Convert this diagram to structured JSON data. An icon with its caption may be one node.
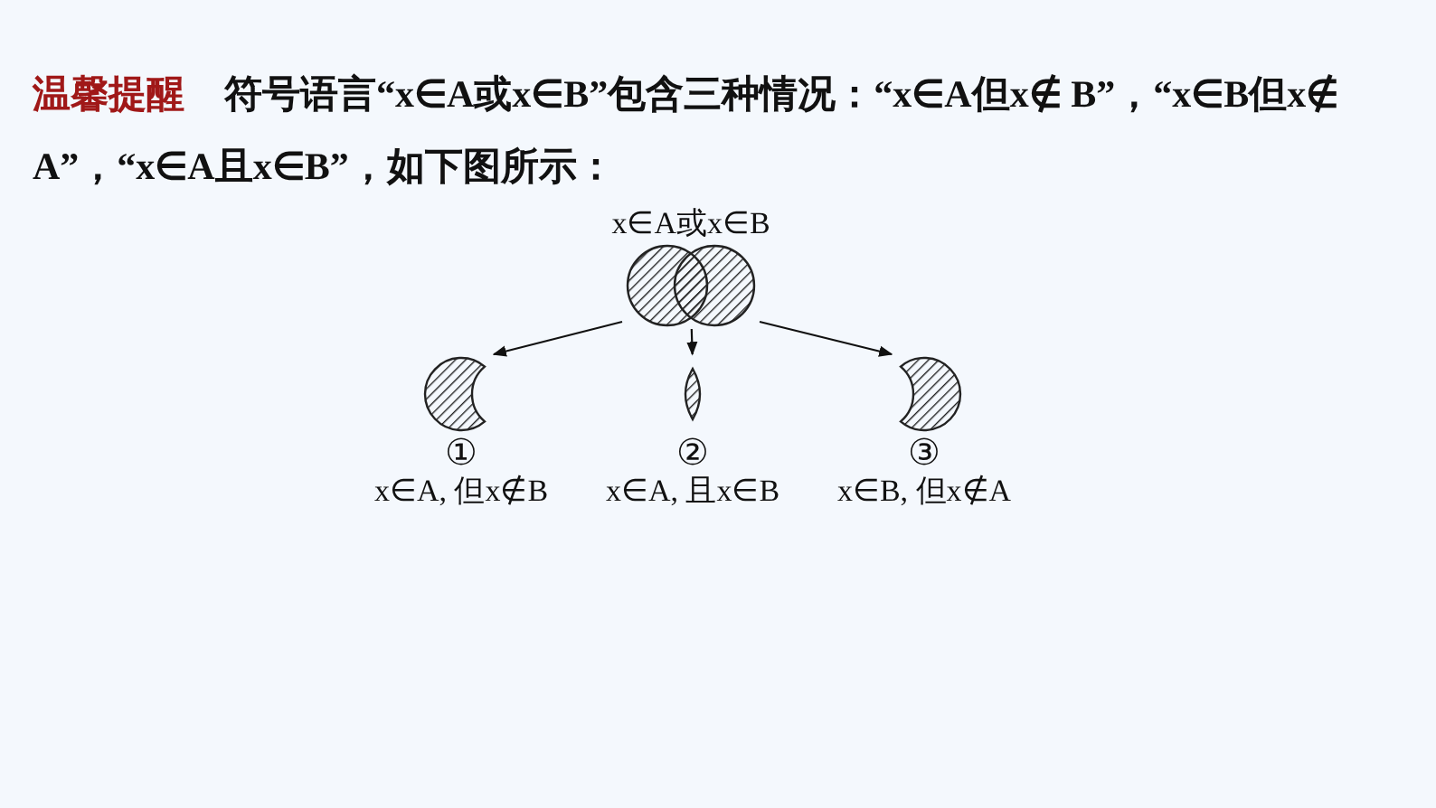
{
  "diagram": {
    "nodes": [
      {
        "text": [
          "x∈A或x∈B"
        ]
      },
      {
        "text": [
          "①",
          "x∈A, 但x∉B"
        ]
      },
      {
        "text": [
          "②",
          "x∈A, 且x∈B"
        ]
      },
      {
        "text": [
          "③",
          "x∈B, 但x∉A"
        ]
      }
    ],
    "edges": [
      {
        "from": 0,
        "to": 1,
        "arrow": "to"
      },
      {
        "from": 0,
        "to": 2,
        "arrow": "to"
      },
      {
        "from": 0,
        "to": 3,
        "arrow": "to"
      }
    ],
    "labels": [
      "温馨提醒",
      "符号语言“x∈A或x∈B”包含三种情况：“x∈A但x∉ B”，“x∈B但x∉ A”，“x∈A且x∈B”，如下图所示："
    ]
  }
}
